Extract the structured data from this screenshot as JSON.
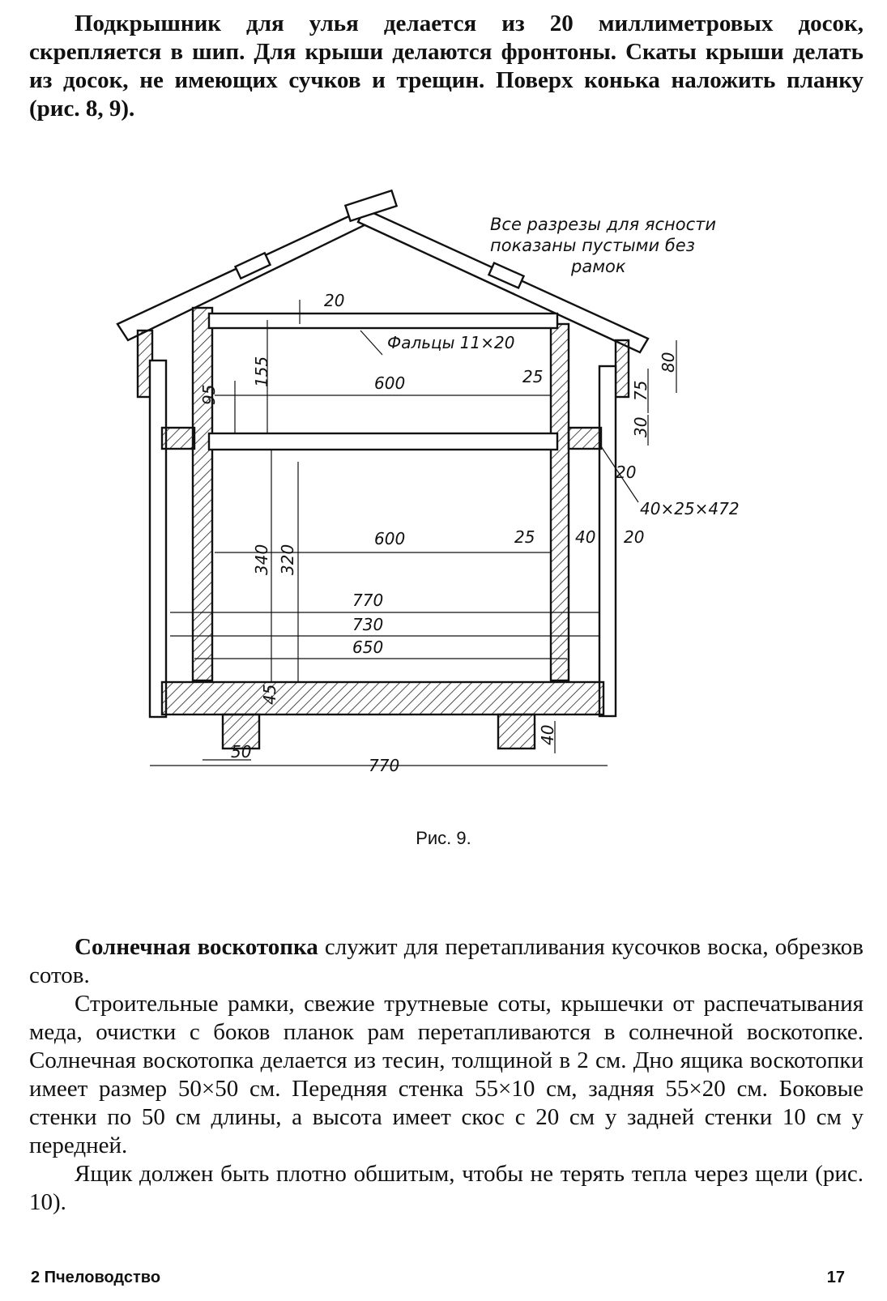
{
  "intro": {
    "text": "Подкрышник для улья делается из 20 миллиметровых досок, скрепляется в шип. Для крыши делаются фронтоны. Скаты крыши делать из досок, не имеющих сучков и трещин. Поверх конька наложить планку (рис. 8, 9)."
  },
  "figure": {
    "note_lines": [
      "Все разрезы для ясности",
      "показаны пустыми без",
      "рамок"
    ],
    "labels": {
      "falcy": "Фальцы 11×20",
      "d20_top": "20",
      "d155": "155",
      "d95": "95",
      "d600_top": "600",
      "d25_top": "25",
      "d75": "75",
      "d80": "80",
      "d30": "30",
      "d20_side": "20",
      "plank": "40×25×472",
      "d600_mid": "600",
      "d25_mid": "25",
      "d40_mid": "40",
      "d20_mid": "20",
      "d340": "340",
      "d320": "320",
      "d770_in": "770",
      "d730": "730",
      "d650": "650",
      "d45": "45",
      "d40_leg": "40",
      "d50": "50",
      "d770_base": "770"
    },
    "caption": "Рис. 9."
  },
  "body": {
    "p1_bold": "Солнечная воскотопка",
    "p1_rest": " служит для перетапливания кусочков воска, обрезков сотов.",
    "p2": "Строительные рамки, свежие трутневые соты, крышечки от распечатывания меда, очистки с боков планок рам перетапливаются в солнечной воскотопке. Солнечная воскотопка делается из тесин, толщиной в 2 см. Дно ящика воскотопки имеет размер 50×50 см. Передняя стенка 55×10 см, задняя 55×20 см. Боковые стенки по 50 см длины, а высота имеет скос с 20 см у задней стенки 10 см у передней.",
    "p3": "Ящик должен быть плотно обшитым, чтобы не терять тепла через щели (рис. 10)."
  },
  "footer": {
    "signature": "2 Пчеловодство",
    "page_number": "17"
  }
}
